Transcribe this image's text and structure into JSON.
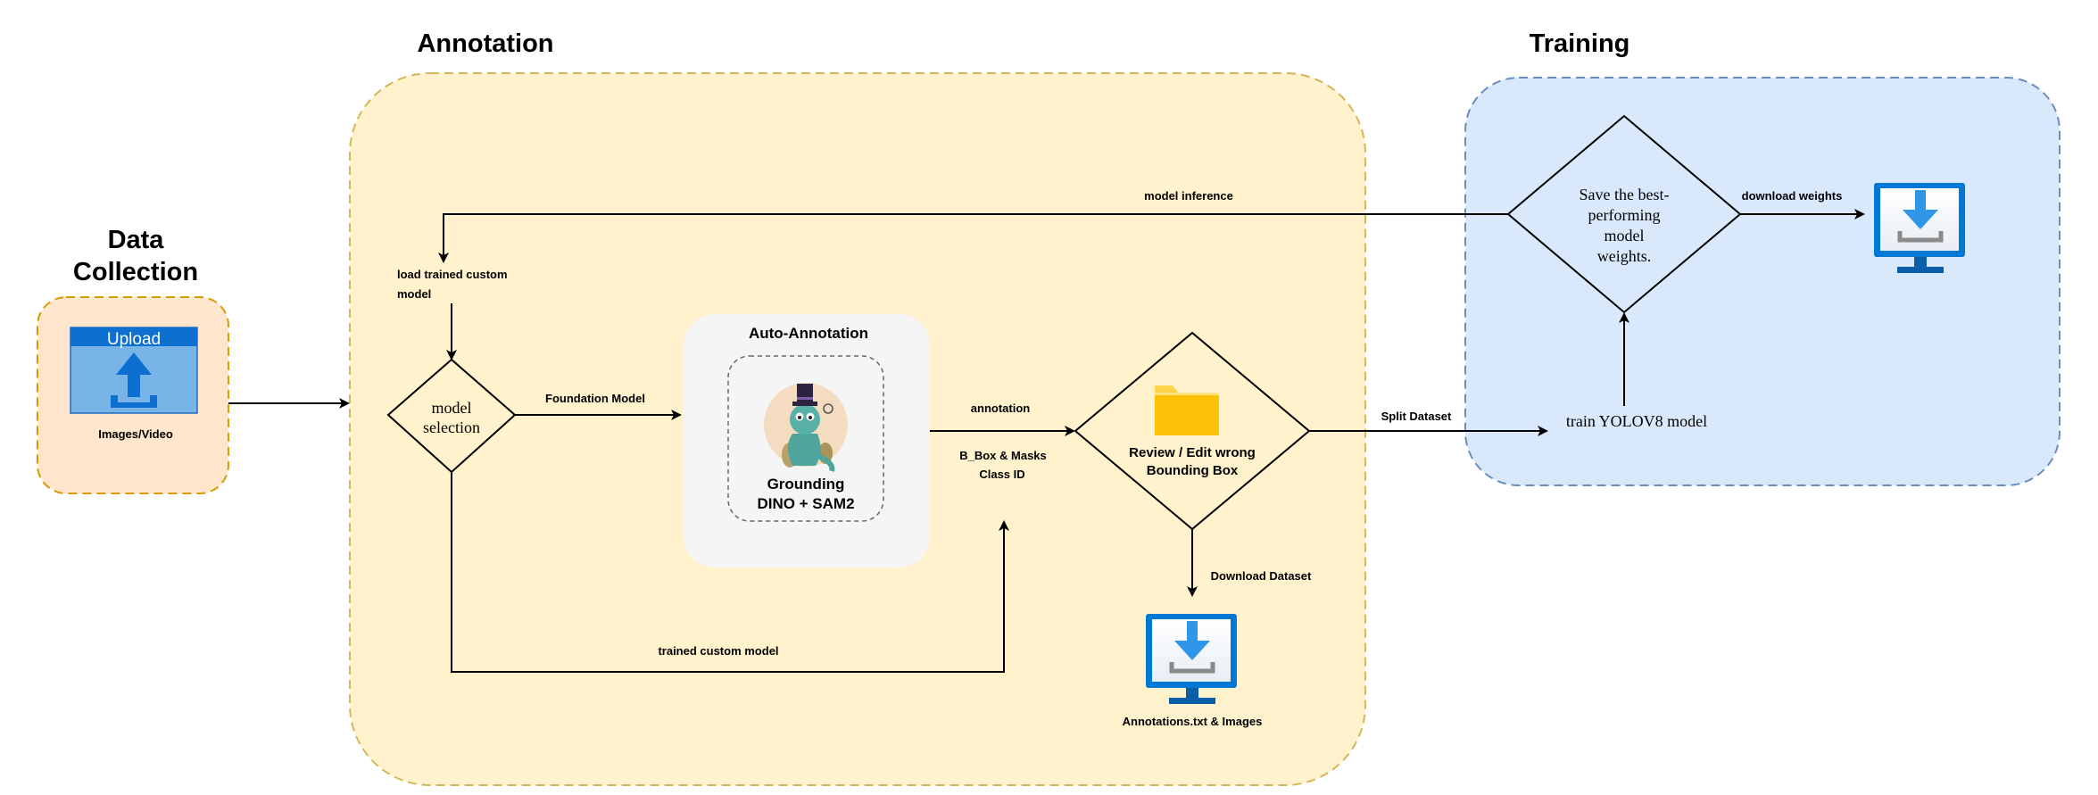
{
  "sections": {
    "data_collection": {
      "title_line1": "Data",
      "title_line2": "Collection"
    },
    "annotation": {
      "title": "Annotation"
    },
    "training": {
      "title": "Training"
    }
  },
  "upload": {
    "label": "Upload",
    "caption": "Images/Video"
  },
  "nodes": {
    "load_model_line1": "load trained custom",
    "load_model_line2": "model",
    "model_selection_line1": "model",
    "model_selection_line2": "selection",
    "auto_annotation_title": "Auto-Annotation",
    "grounding_line1": "Grounding",
    "grounding_line2": "DINO + SAM2",
    "review_line1": "Review / Edit wrong",
    "review_line2": "Bounding Box",
    "annotations_output": "Annotations.txt & Images",
    "train_model": "train YOLOV8 model",
    "save_line1": "Save the best-",
    "save_line2": "performing",
    "save_line3": "model",
    "save_line4": "weights."
  },
  "edges": {
    "model_inference": "model inference",
    "foundation_model": "Foundation Model",
    "annotation": "annotation",
    "bbox_masks": "B_Box & Masks",
    "class_id": "Class ID",
    "trained_custom_model": "trained custom model",
    "download_dataset": "Download Dataset",
    "split_dataset": "Split Dataset",
    "download_weights": "download weights"
  },
  "colors": {
    "data_collection_fill": "#ffe6cc",
    "data_collection_border": "#d79b00",
    "annotation_fill": "#fff2cc",
    "annotation_border": "#d6b656",
    "training_fill": "#dae8fc",
    "training_border": "#6c8ebf",
    "auto_panel_fill": "#f5f5f5",
    "monitor_blue": "#0078d4",
    "folder_yellow": "#ffc107"
  }
}
